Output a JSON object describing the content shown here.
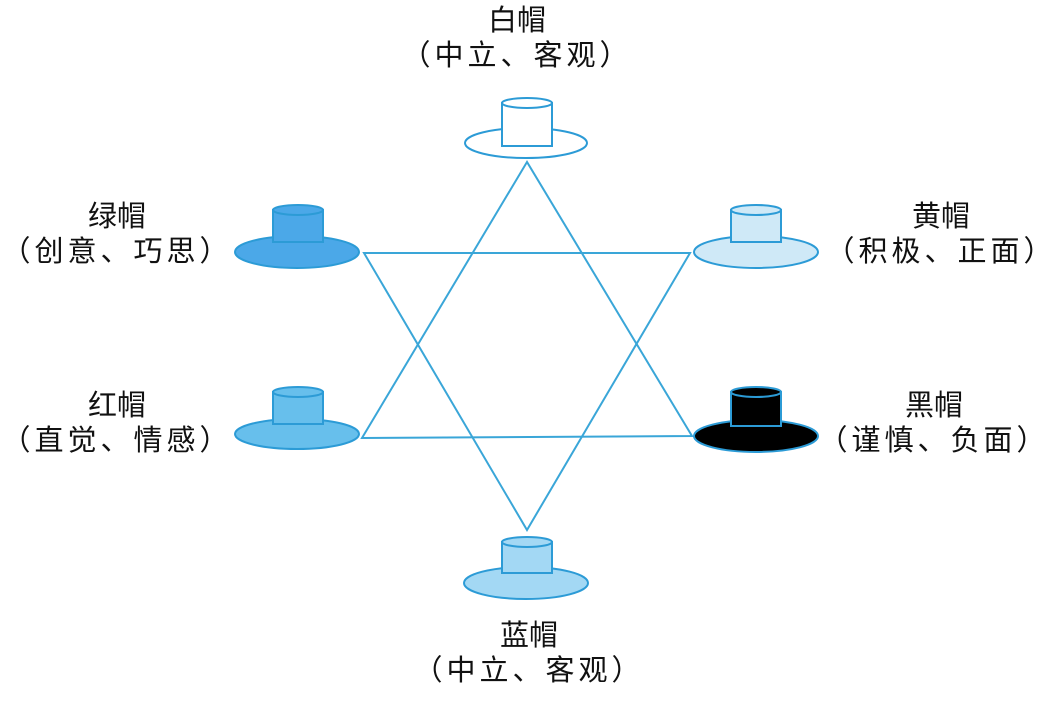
{
  "colors": {
    "line": "#3aa6d8",
    "stroke": "#2c9bd6",
    "white": "#ffffff",
    "yellow": "#cfe9f7",
    "black": "#000000",
    "blue": "#a3d8f4",
    "red": "#67bfec",
    "green": "#4ba8e8"
  },
  "hats": [
    {
      "id": "white",
      "name": "白帽",
      "desc": "（中立、客观）",
      "fill": "white",
      "icon": "hat-icon"
    },
    {
      "id": "yellow",
      "name": "黄帽",
      "desc": "（积极、正面）",
      "fill": "yellow",
      "icon": "hat-icon"
    },
    {
      "id": "black",
      "name": "黑帽",
      "desc": "（谨慎、负面）",
      "fill": "black",
      "icon": "hat-icon"
    },
    {
      "id": "blue",
      "name": "蓝帽",
      "desc": "（中立、客观）",
      "fill": "blue",
      "icon": "hat-icon"
    },
    {
      "id": "red",
      "name": "红帽",
      "desc": "（直觉、情感）",
      "fill": "red",
      "icon": "hat-icon"
    },
    {
      "id": "green",
      "name": "绿帽",
      "desc": "（创意、巧思）",
      "fill": "green",
      "icon": "hat-icon"
    }
  ]
}
